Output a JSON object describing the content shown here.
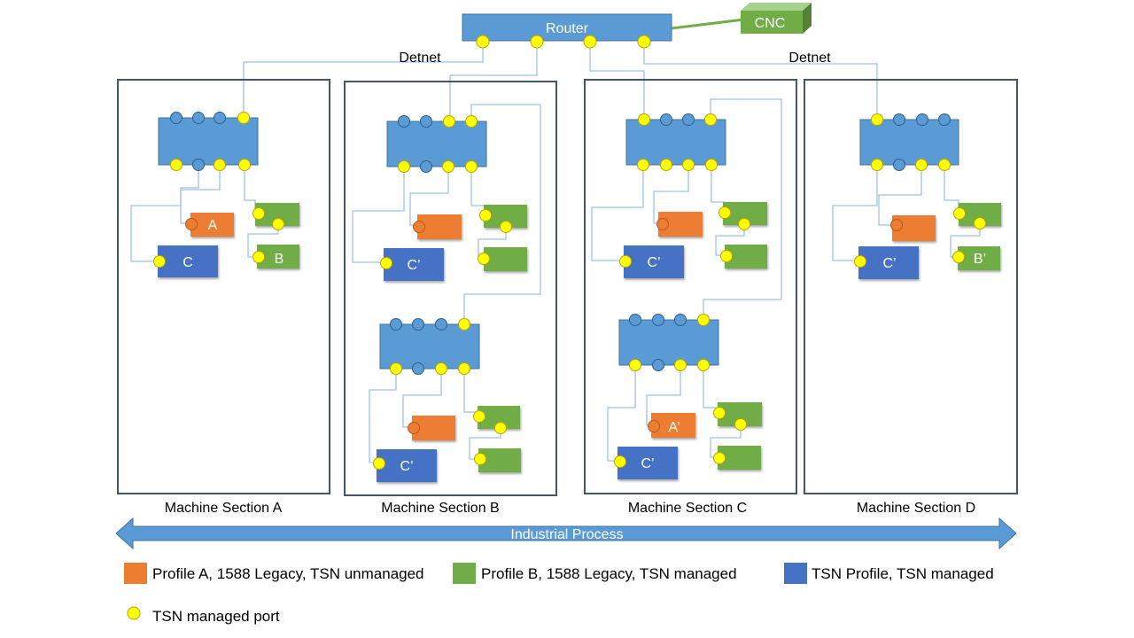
{
  "colors": {
    "switch_blue": "#5b9bd5",
    "device_orange": "#ed7d31",
    "device_green": "#70ad47",
    "device_darkblue": "#4472c4",
    "port_yellow": "#ffff00",
    "section_border": "#44546a",
    "link_line": "#9dc3e6",
    "cnc_link": "#70ad47"
  },
  "top": {
    "router_label": "Router",
    "cnc_label": "CNC",
    "detnet_left": "Detnet",
    "detnet_right": "Detnet"
  },
  "sections": [
    {
      "name": "Machine Section A"
    },
    {
      "name": "Machine Section B"
    },
    {
      "name": "Machine Section C"
    },
    {
      "name": "Machine Section D"
    }
  ],
  "device_labels": {
    "secA_orange": "A",
    "secA_blue": "C",
    "secA_green": "B",
    "secB_blue_top": "C’",
    "secB_blue_bottom": "C’",
    "secC_blue_top": "C’",
    "secC_orange_bottom": "A’",
    "secC_blue_bottom": "C’",
    "secD_blue": "C’",
    "secD_green": "B’"
  },
  "process_arrow_label": "Industrial Process",
  "legend": {
    "orange": "Profile A, 1588 Legacy, TSN unmanaged",
    "green": "Profile B, 1588 Legacy, TSN managed",
    "blue": "TSN Profile, TSN managed",
    "port": "TSN managed port"
  }
}
